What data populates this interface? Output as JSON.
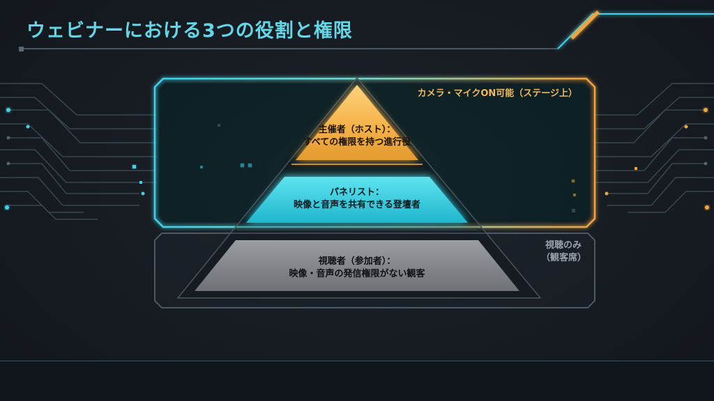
{
  "slide": {
    "title": "ウェビナーにおける3つの役割と権限"
  },
  "zones": {
    "stage": {
      "label": "カメラ・マイクON可能（ステージ上）",
      "color": "#f0b860"
    },
    "audience": {
      "label_line1": "視聴のみ",
      "label_line2": "（観客席）",
      "color": "#9aa3ad"
    }
  },
  "pyramid": {
    "host": {
      "line1": "主催者（ホスト）：",
      "line2": "すべての権限を持つ進行役",
      "color": "#f5b24a"
    },
    "panelist": {
      "line1": "パネリスト：",
      "line2": "映像と音声を共有できる登壇者",
      "color": "#2cc8dc"
    },
    "viewer": {
      "line1": "視聴者（参加者）：",
      "line2": "映像・音声の発信権限がない観客",
      "color": "#7d8186"
    }
  },
  "colors": {
    "accent_cyan": "#3fd3e8",
    "accent_orange": "#f0a640",
    "title": "#64d6e6",
    "background": "#181d24"
  }
}
